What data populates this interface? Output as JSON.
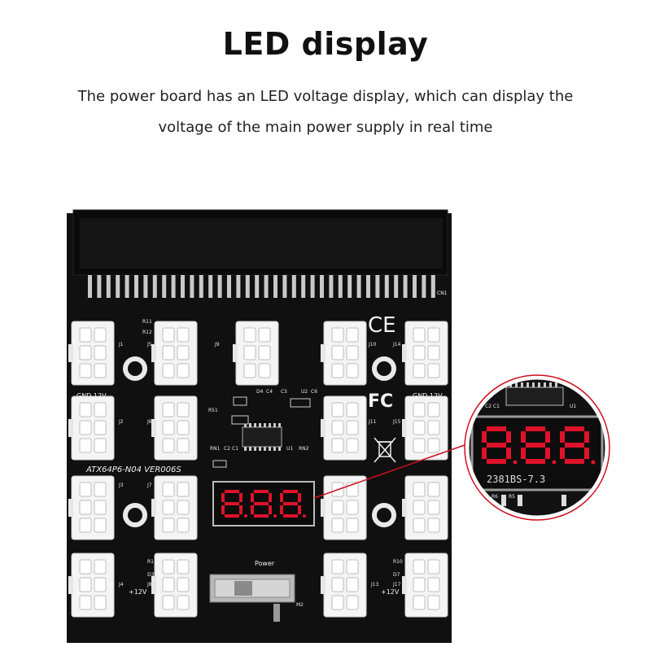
{
  "title": "LED display",
  "description": [
    "The power board has an LED voltage display, which can display the",
    "voltage of the main power supply in real time"
  ],
  "board": {
    "model_text": "ATX64P6-N04 VER006S",
    "power_label": "Power",
    "gnd_12v_left": "GND  12V",
    "gnd_12v_right": "GND  12V",
    "plus12v_left": "+12V",
    "plus12v_right": "+12V",
    "cn1": "CN1",
    "m2": "M2",
    "ce_mark": "CE",
    "fc_mark": "FC",
    "refs": [
      "R11",
      "R12",
      "J1",
      "J5",
      "J9",
      "J10",
      "J14",
      "J2",
      "J6",
      "J11",
      "J15",
      "J3",
      "J7",
      "J4",
      "J8",
      "J13",
      "J17",
      "R1",
      "D3",
      "R10",
      "D7",
      "C5",
      "C6",
      "U2",
      "U1",
      "RN1",
      "C2",
      "C1",
      "RN2",
      "D4",
      "C4",
      "R51"
    ],
    "display_digits": "8.8.8",
    "zoom_part_number": "2381BS-7.3",
    "zoom_refs": [
      "C2 C1",
      "U1",
      "R6",
      "R5"
    ]
  },
  "colors": {
    "pcb": "#101010",
    "connector": "#f4f4f4",
    "led_red": "#e0122a",
    "callout_line": "#d01020"
  }
}
